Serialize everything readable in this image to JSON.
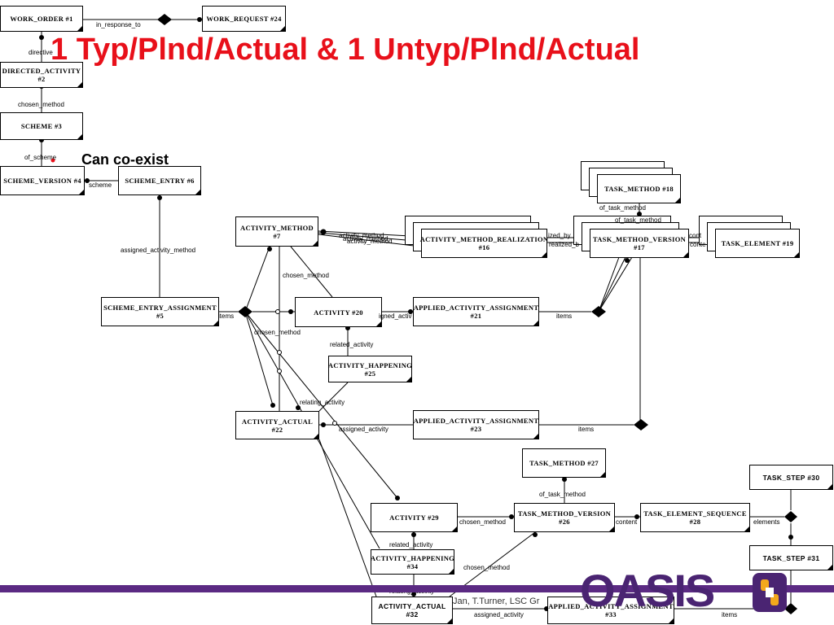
{
  "slide": {
    "title": "1 Typ/Plnd/Actual & 1 Untyp/Plnd/Actual",
    "subtitle": "Can co-exist",
    "footer_text": "Jan, T.Turner, LSC Gr",
    "logo_text": "OASIS"
  },
  "entities": {
    "work_order_1": "WORK_ORDER #1",
    "work_request_24": "WORK_REQUEST #24",
    "directed_activity_2": "DIRECTED_ACTIVITY\n#2",
    "scheme_3": "SCHEME #3",
    "scheme_version_4": "SCHEME_VERSION #4",
    "scheme_entry_6": "SCHEME_ENTRY #6",
    "scheme_entry_assignment_5": "SCHEME_ENTRY_ASSIGNMENT\n#5",
    "activity_method_7": "ACTIVITY_METHOD #7",
    "activity_method_realization_16": "ACTIVITY_METHOD_REALIZATION\n#16",
    "task_method_18": "TASK_METHOD #18",
    "task_method_version_17": "TASK_METHOD_VERSION\n#17",
    "task_element_19": "TASK_ELEMENT #19",
    "activity_20": "ACTIVITY #20",
    "applied_activity_assignment_21": "APPLIED_ACTIVITY_ASSIGNMENT\n#21",
    "activity_happening_25": "ACTIVITY_HAPPENING\n#25",
    "activity_actual_22": "ACTIVITY_ACTUAL #22",
    "applied_activity_assignment_23": "APPLIED_ACTIVITY_ASSIGNMENT\n#23",
    "task_method_27": "TASK_METHOD #27",
    "task_step_30": "TASK_STEP #30",
    "activity_29": "ACTIVITY #29",
    "task_method_version_26": "TASK_METHOD_VERSION\n#26",
    "task_element_sequence_28": "TASK_ELEMENT_SEQUENCE\n#28",
    "task_step_31": "TASK_STEP #31",
    "activity_happening_34": "ACTIVITY_HAPPENING\n#34",
    "activity_actual_32": "ACTIVITY_ACTUAL\n#32",
    "applied_activity_assignment_33": "APPLIED_ACTIVITY_ASSIGNMENT\n#33"
  },
  "edge_labels": {
    "in_response_to": "in_response_to",
    "directive": "directive",
    "chosen_method_a": "chosen_method",
    "of_scheme": "of_scheme",
    "scheme": "scheme",
    "assigned_activity_method": "assigned_activity_method",
    "activity_method_a": "activity_method",
    "activity_method_b": "activity_method",
    "activity_method_c": "activity_method",
    "realized_by_a": "ized_by",
    "realized_by_b": "realized_b",
    "of_task_method_a": "of_task_method",
    "of_task_method_b": "of_task_method",
    "content_a": "cont",
    "content_b": "conte",
    "chosen_method_b": "chosen_method",
    "items_a": "items",
    "assigned_activity_a": "igned_activ",
    "items_b": "items",
    "chosen_method_c": "chosen_method",
    "related_activity_a": "related_activity",
    "relating_activity_a": "relating_activity",
    "assigned_activity_b": "assigned_activity",
    "items_c": "items",
    "of_task_method_c": "of_task_method",
    "chosen_method_d": "chosen_method",
    "content_c": "content",
    "elements": "elements",
    "related_activity_b": "related_activity",
    "chosen_method_e": "chosen_method",
    "relating_activity_b": "relating_activity",
    "assigned_activity_c": "assigned_activity",
    "items_d": "items"
  },
  "colors": {
    "title": "#e8101a",
    "footer_bar": "#5b2a83",
    "logo": "#4a2472",
    "logo_accent": "#f3a81c",
    "marker_red": "#e8101a"
  }
}
